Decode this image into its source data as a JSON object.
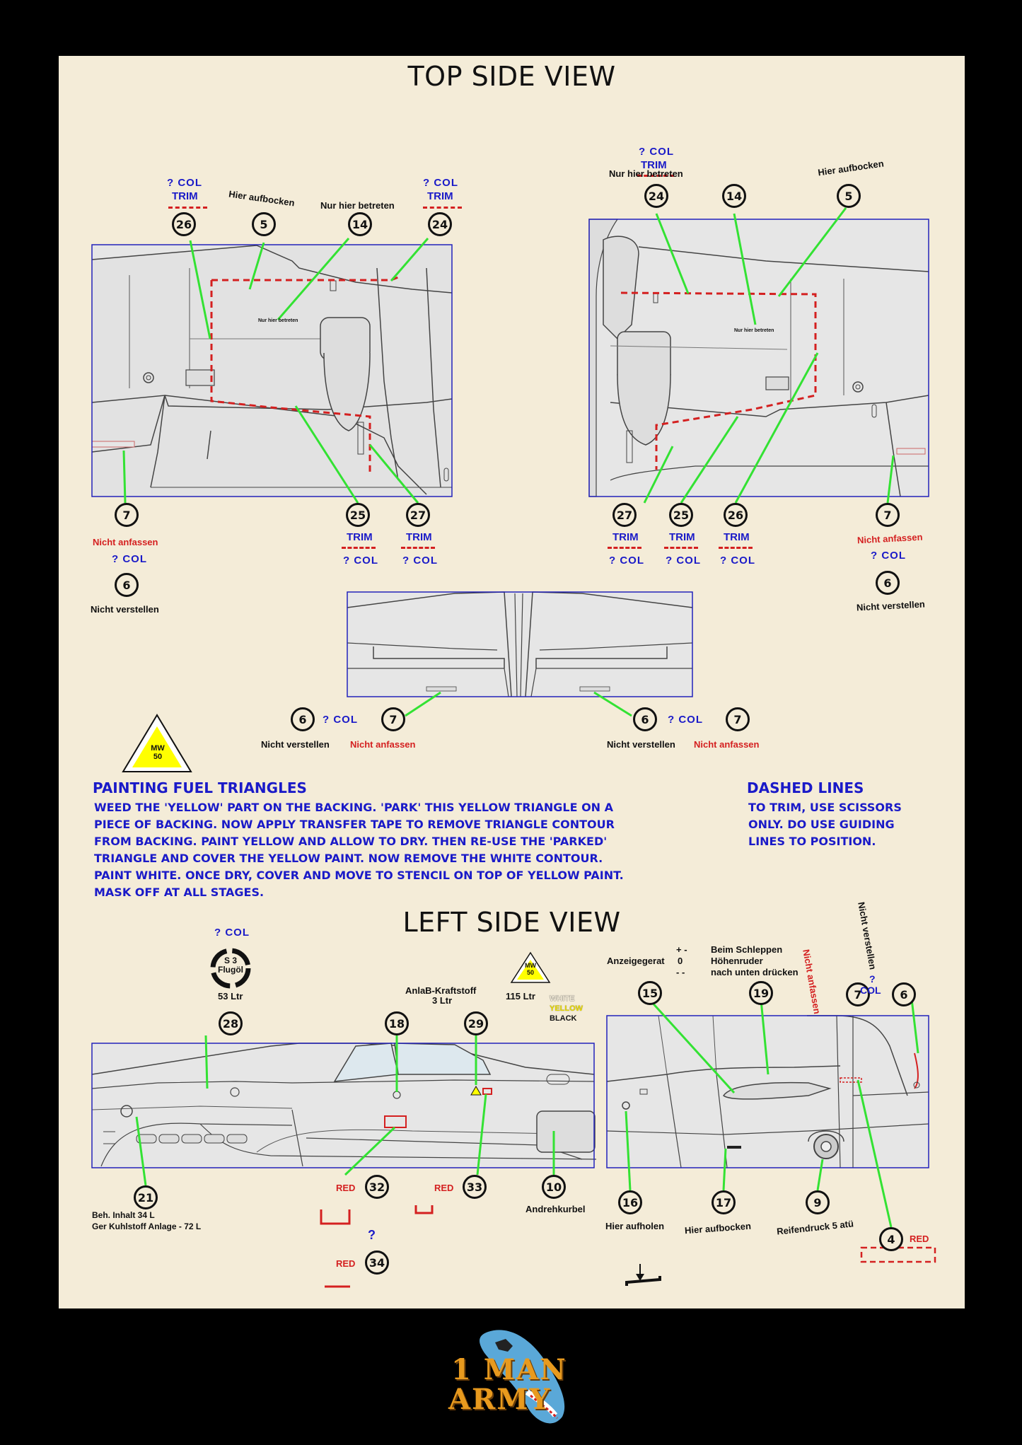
{
  "titles": {
    "top": "TOP SIDE VIEW",
    "left": "LEFT SIDE VIEW"
  },
  "common": {
    "col": "?   COL",
    "trim": "TRIM",
    "q": "?",
    "red": "RED"
  },
  "top_left_panel": {
    "labels": {
      "hier_aufbocken": "Hier aufbocken",
      "nur_hier_betreten": "Nur hier betreten",
      "nicht_anfassen": "Nicht anfassen",
      "nicht_verstellen": "Nicht verstellen",
      "inner_nur": "Nur hier betreten"
    },
    "markers": [
      "26",
      "5",
      "14",
      "24",
      "7",
      "6",
      "25",
      "27"
    ]
  },
  "top_right_panel": {
    "labels": {
      "nur_hier_betreten": "Nur hier betreten",
      "hier_aufbocken": "Hier aufbocken",
      "nicht_anfassen": "Nicht anfassen",
      "nicht_verstellen": "Nicht verstellen",
      "inner_nur": "Nur hier betreten"
    },
    "markers": [
      "24",
      "14",
      "5",
      "27",
      "25",
      "26",
      "7",
      "6"
    ]
  },
  "tail_panel": {
    "labels": {
      "nicht_verstellen": "Nicht verstellen",
      "nicht_anfassen": "Nicht anfassen"
    },
    "markers": [
      "6",
      "7",
      "6",
      "7"
    ]
  },
  "fuel_triangle": {
    "line1": "MW",
    "line2": "50"
  },
  "painting": {
    "title": "PAINTING FUEL TRIANGLES",
    "lines": [
      "WEED THE 'YELLOW' PART ON THE BACKING. 'PARK' THIS YELLOW TRIANGLE ON A",
      "PIECE OF BACKING. NOW APPLY TRANSFER TAPE TO REMOVE TRIANGLE CONTOUR",
      "FROM BACKING. PAINT YELLOW AND ALLOW TO DRY. THEN RE-USE THE 'PARKED'",
      "TRIANGLE AND COVER THE YELLOW PAINT. NOW REMOVE THE WHITE CONTOUR.",
      "PAINT WHITE. ONCE DRY, COVER AND MOVE  TO STENCIL ON TOP OF YELLOW PAINT.",
      "MASK OFF AT ALL STAGES."
    ]
  },
  "dashed_lines": {
    "title": "DASHED LINES",
    "lines": [
      "TO TRIM, USE SCISSORS",
      "ONLY. DO USE GUIDING",
      "LINES TO POSITION."
    ]
  },
  "left_view": {
    "flugol_line1": "S 3",
    "flugol_line2": "Flugöl",
    "ltr53": "53 Ltr",
    "anlab1": "AnlaB-Kraftstoff",
    "anlab2": "3 Ltr",
    "ltr115": "115 Ltr",
    "white": "WHITE",
    "yellow": "YELLOW",
    "black": "BLACK",
    "beh1": "Beh. Inhalt 34 L",
    "beh2": "Ger Kuhlstoff Anlage - 72 L",
    "andrehkurbel": "Andrehkurbel",
    "anzeigegerat": "Anzeigegerat",
    "plus": "+  -",
    "zero": "0",
    "minus": "-  -",
    "schleppen1": "Beim Schleppen",
    "schleppen2": "Höhenruder",
    "schleppen3": "nach unten drücken",
    "nicht_anfassen": "Nicht anfassen",
    "nicht_verstellen": "Nicht verstellen",
    "hier_aufholen": "Hier aufholen",
    "hier_aufbocken": "Hier aufbocken",
    "reifendruck": "Reifendruck 5 atü",
    "markers": [
      "28",
      "18",
      "29",
      "21",
      "32",
      "33",
      "34",
      "10",
      "15",
      "19",
      "7",
      "6",
      "16",
      "17",
      "9",
      "4"
    ]
  },
  "logo": {
    "line1": "1 MAN",
    "line2": "ARMY"
  },
  "colors": {
    "background": "#f4ecd8",
    "frame": "#000000",
    "leader": "#33e233",
    "outline": "#2222bb",
    "red": "#d42020",
    "blue": "#1a1ac8",
    "fuel_yellow": "#ffff00"
  }
}
